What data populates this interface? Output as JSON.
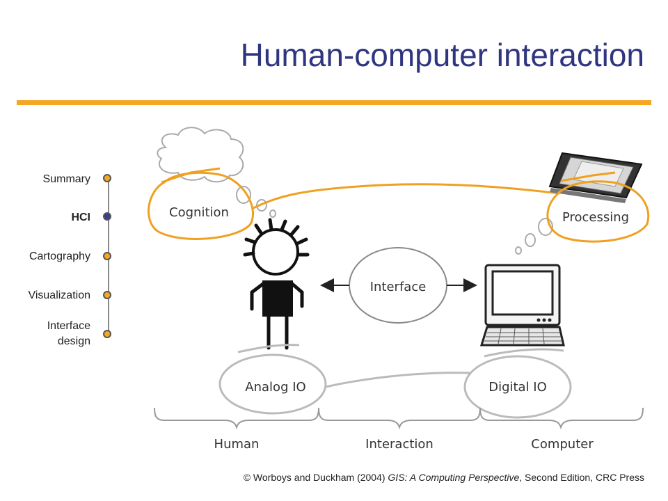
{
  "slide": {
    "title": "Human-computer interaction",
    "accent_color": "#f5a623",
    "title_color": "#2f3580"
  },
  "nav": {
    "items": [
      {
        "label": "Summary",
        "active": false
      },
      {
        "label": "HCI",
        "active": true
      },
      {
        "label": "Cartography",
        "active": false
      },
      {
        "label": "Visualization",
        "active": false
      },
      {
        "label": "Interface design",
        "active": false
      }
    ],
    "dot_color": "#f5a623",
    "active_dot_color": "#3b3f8f"
  },
  "diagram": {
    "cognition": "Cognition",
    "processing": "Processing",
    "interface": "Interface",
    "analog_io": "Analog IO",
    "digital_io": "Digital IO",
    "human": "Human",
    "interaction": "Interaction",
    "computer": "Computer"
  },
  "credit": {
    "prefix": "© Worboys and Duckham (2004) ",
    "book": "GIS: A Computing Perspective",
    "suffix": ", Second Edition, CRC Press"
  }
}
